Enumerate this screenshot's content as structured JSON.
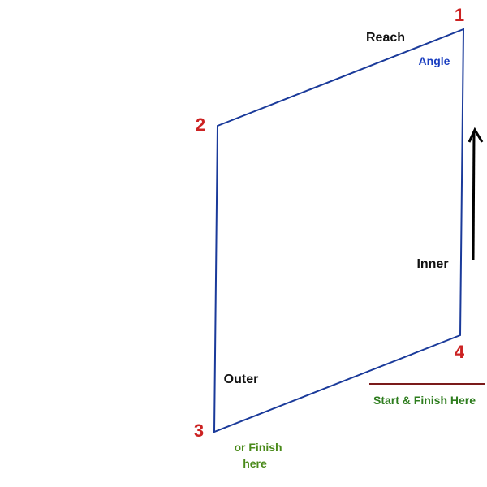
{
  "colors": {
    "outline": "#1a3a9a",
    "corner_number": "#cc2222",
    "edge_label": "#111111",
    "angle_label": "#1a3ec0",
    "start_label": "#2e7d1e",
    "alt_finish_label": "#4a8a1a",
    "start_line": "#7a1a1a",
    "arrow": "#000000"
  },
  "corners": [
    {
      "number": "1"
    },
    {
      "number": "2"
    },
    {
      "number": "3"
    },
    {
      "number": "4"
    }
  ],
  "labels": {
    "reach": "Reach",
    "angle": "Angle",
    "inner": "Inner",
    "outer": "Outer",
    "start_finish": "Start & Finish Here",
    "alt_finish_line1": "or Finish",
    "alt_finish_line2": "here"
  },
  "arrow": {
    "direction": "up",
    "icon": "arrow-up-icon"
  }
}
